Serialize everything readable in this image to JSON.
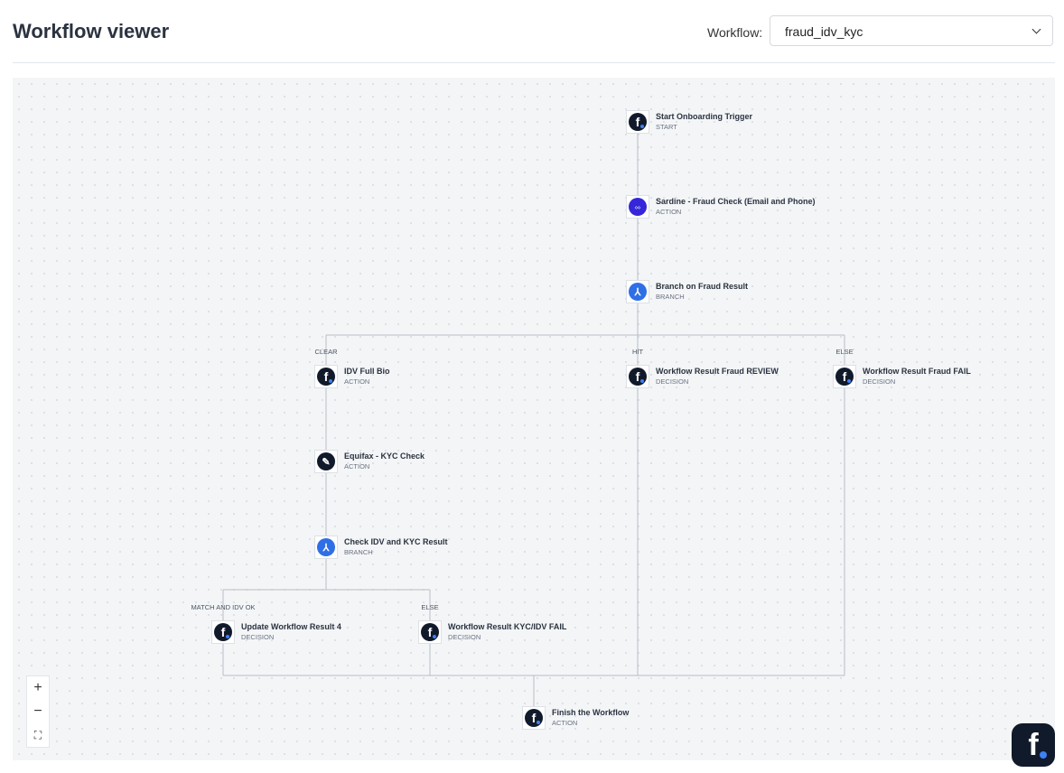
{
  "header": {
    "title": "Workflow viewer",
    "workflow_label": "Workflow:",
    "workflow_value": "fraud_idv_kyc"
  },
  "nodes": [
    {
      "title": "Start Onboarding Trigger",
      "type": "START",
      "icon": "fingerprint-logo-icon"
    },
    {
      "title": "Sardine - Fraud Check (Email and Phone)",
      "type": "ACTION",
      "icon": "sardine-icon"
    },
    {
      "title": "Branch on Fraud Result",
      "type": "BRANCH",
      "icon": "branch-icon"
    },
    {
      "title": "IDV Full Bio",
      "type": "ACTION",
      "icon": "fingerprint-logo-icon"
    },
    {
      "title": "Workflow Result Fraud REVIEW",
      "type": "DECISION",
      "icon": "fingerprint-logo-icon"
    },
    {
      "title": "Workflow Result Fraud FAIL",
      "type": "DECISION",
      "icon": "fingerprint-logo-icon"
    },
    {
      "title": "Equifax - KYC Check",
      "type": "ACTION",
      "icon": "equifax-icon"
    },
    {
      "title": "Check IDV and KYC Result",
      "type": "BRANCH",
      "icon": "branch-icon"
    },
    {
      "title": "Update Workflow Result 4",
      "type": "DECISION",
      "icon": "fingerprint-logo-icon"
    },
    {
      "title": "Workflow Result KYC/IDV FAIL",
      "type": "DECISION",
      "icon": "fingerprint-logo-icon"
    },
    {
      "title": "Finish the Workflow",
      "type": "ACTION",
      "icon": "fingerprint-logo-icon"
    }
  ],
  "edge_labels": [
    "CLEAR",
    "HIT",
    "ELSE",
    "MATCH AND IDV OK",
    "ELSE"
  ],
  "controls": {
    "zoom_in": "+",
    "zoom_out": "−",
    "fit": "⛶"
  },
  "colors": {
    "brand_dark": "#111a2b",
    "accent_blue": "#3b82f6",
    "branch_blue": "#2f6fe6",
    "sardine": "#3526d9"
  }
}
